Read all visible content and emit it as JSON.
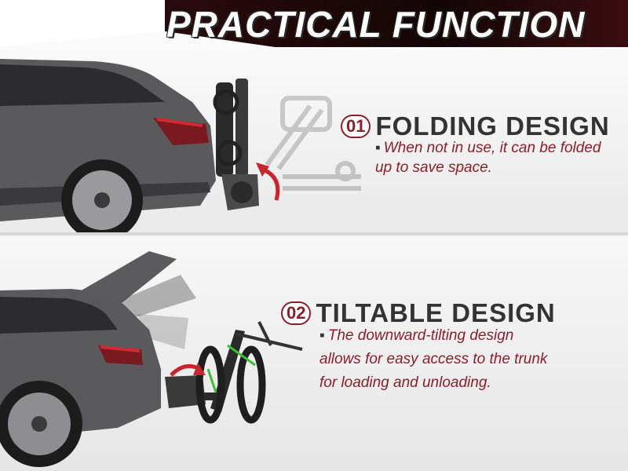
{
  "header": {
    "title": "PRACTICAL FUNCTION"
  },
  "features": [
    {
      "number": "01",
      "title": "FOLDING DESIGN",
      "bullet": "▪",
      "description": "When not in use, it can be folded up to save space."
    },
    {
      "number": "02",
      "title": "TILTABLE DESIGN",
      "bullet": "▪",
      "description": "The downward-tilting design allows for easy access to the trunk for loading and unloading."
    }
  ],
  "colors": {
    "accent": "#8b1e28",
    "heading": "#333333",
    "car_body": "#5a5a5c",
    "arrow": "#c8252d",
    "bike_accent": "#3bbf3b"
  },
  "icons": {
    "bullet": "square-bullet-icon",
    "arrow": "curved-arrow-icon"
  }
}
